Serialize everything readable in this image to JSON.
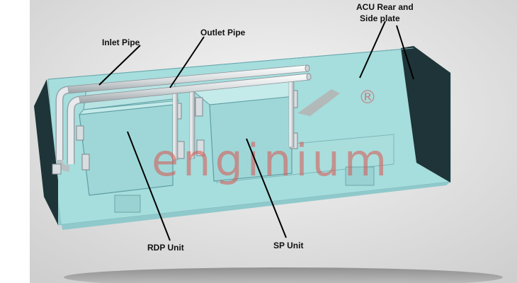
{
  "labels": {
    "inlet_pipe": "Inlet Pipe",
    "outlet_pipe": "Outlet Pipe",
    "acu_line1": "ACU Rear and",
    "acu_line2": "Side plate",
    "rdp_unit": "RDP Unit",
    "sp_unit": "SP Unit"
  },
  "watermark": {
    "text": "enginium",
    "mark": "®"
  },
  "colors": {
    "enclosure": "#a6dddd",
    "enclosure_edge": "#7ab7bb",
    "side_plate": "#1e3438",
    "unit": "#9fd7d8",
    "pipe": "#e4e8ea",
    "watermark": "#d9534f",
    "backdrop": "#dcdcdc"
  }
}
